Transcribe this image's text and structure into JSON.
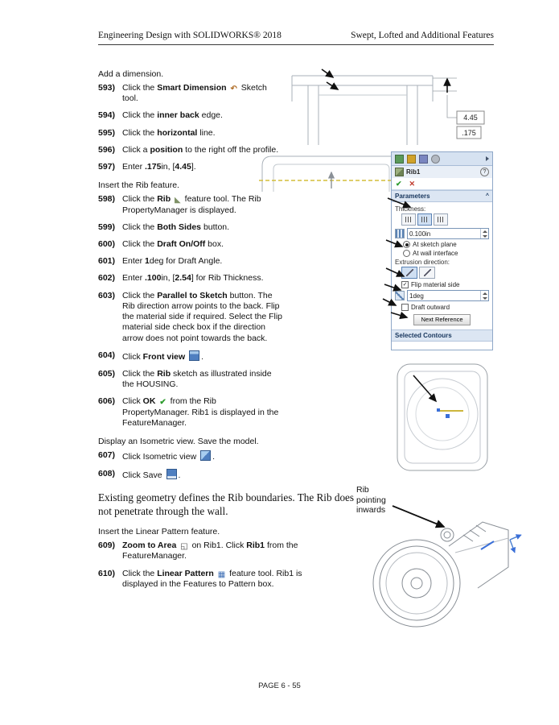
{
  "header": {
    "left": "Engineering Design with SOLIDWORKS® 2018",
    "right": "Swept, Lofted and Additional Features"
  },
  "footer": {
    "page_label": "PAGE 6 - 55"
  },
  "icons": {
    "smart-dimension": "↶",
    "rib": "◣",
    "ok": "✔",
    "zoom-to-area": "◱",
    "linear-pattern": "▦",
    "front-view": "",
    "isometric-view": "",
    "save": ""
  },
  "content_blocks": [
    {
      "type": "para",
      "text": "Add a dimension."
    },
    {
      "type": "step",
      "num": "593)",
      "segments": [
        {
          "t": "Click the "
        },
        {
          "t": "Smart Dimension",
          "b": true
        },
        {
          "t": " "
        },
        {
          "icon": "smart-dimension"
        },
        {
          "t": " Sketch tool."
        }
      ]
    },
    {
      "type": "step",
      "num": "594)",
      "segments": [
        {
          "t": "Click the "
        },
        {
          "t": "inner back",
          "b": true
        },
        {
          "t": " edge."
        }
      ]
    },
    {
      "type": "step",
      "num": "595)",
      "segments": [
        {
          "t": "Click the "
        },
        {
          "t": "horizontal",
          "b": true
        },
        {
          "t": " line."
        }
      ]
    },
    {
      "type": "step",
      "num": "596)",
      "segments": [
        {
          "t": "Click a "
        },
        {
          "t": "position",
          "b": true
        },
        {
          "t": " to the right off the profile."
        }
      ]
    },
    {
      "type": "step",
      "num": "597)",
      "segments": [
        {
          "t": "Enter "
        },
        {
          "t": ".175",
          "b": true
        },
        {
          "t": "in, ["
        },
        {
          "t": "4.45",
          "b": true
        },
        {
          "t": "]."
        }
      ]
    },
    {
      "type": "para",
      "text": "Insert the Rib feature."
    },
    {
      "type": "step",
      "num": "598)",
      "segments": [
        {
          "t": "Click the "
        },
        {
          "t": "Rib",
          "b": true
        },
        {
          "t": " "
        },
        {
          "icon": "rib"
        },
        {
          "t": " feature tool. The Rib PropertyManager is displayed."
        }
      ]
    },
    {
      "type": "step",
      "num": "599)",
      "segments": [
        {
          "t": "Click the "
        },
        {
          "t": "Both Sides",
          "b": true
        },
        {
          "t": " button."
        }
      ]
    },
    {
      "type": "step",
      "num": "600)",
      "segments": [
        {
          "t": "Click the "
        },
        {
          "t": "Draft On/Off",
          "b": true
        },
        {
          "t": " box."
        }
      ]
    },
    {
      "type": "step",
      "num": "601)",
      "segments": [
        {
          "t": "Enter "
        },
        {
          "t": "1",
          "b": true
        },
        {
          "t": "deg for Draft Angle."
        }
      ]
    },
    {
      "type": "step",
      "num": "602)",
      "segments": [
        {
          "t": "Enter "
        },
        {
          "t": ".100",
          "b": true
        },
        {
          "t": "in, ["
        },
        {
          "t": "2.54",
          "b": true
        },
        {
          "t": "] for Rib Thickness."
        }
      ]
    },
    {
      "type": "step",
      "num": "603)",
      "segments": [
        {
          "t": "Click the "
        },
        {
          "t": "Parallel to Sketch",
          "b": true
        },
        {
          "t": " button. The Rib direction arrow points to the back. Flip the material side if required. Select the Flip material side check box if the direction arrow does not point towards the back."
        }
      ]
    },
    {
      "type": "step",
      "num": "604)",
      "segments": [
        {
          "t": "Click "
        },
        {
          "t": "Front view",
          "b": true
        },
        {
          "t": " "
        },
        {
          "icon": "front-view"
        },
        {
          "t": "."
        }
      ]
    },
    {
      "type": "step",
      "num": "605)",
      "segments": [
        {
          "t": "Click the "
        },
        {
          "t": "Rib",
          "b": true
        },
        {
          "t": " sketch as illustrated inside the HOUSING."
        }
      ]
    },
    {
      "type": "step",
      "num": "606)",
      "segments": [
        {
          "t": "Click "
        },
        {
          "t": "OK",
          "b": true
        },
        {
          "t": " "
        },
        {
          "icon": "ok"
        },
        {
          "t": " from the Rib PropertyManager. Rib1 is displayed in the FeatureManager."
        }
      ]
    },
    {
      "type": "para",
      "text": "Display an Isometric view. Save the model."
    },
    {
      "type": "step",
      "num": "607)",
      "segments": [
        {
          "t": "Click Isometric view "
        },
        {
          "icon": "isometric-view"
        },
        {
          "t": "."
        }
      ]
    },
    {
      "type": "step",
      "num": "608)",
      "segments": [
        {
          "t": "Click Save "
        },
        {
          "icon": "save"
        },
        {
          "t": "."
        }
      ]
    },
    {
      "type": "serif",
      "text": "Existing geometry defines the Rib boundaries. The Rib does not penetrate through the wall."
    },
    {
      "type": "para",
      "text": "Insert the Linear Pattern feature."
    },
    {
      "type": "step",
      "num": "609)",
      "wide": true,
      "segments": [
        {
          "t": "Zoom to Area",
          "b": true
        },
        {
          "t": " "
        },
        {
          "icon": "zoom-to-area"
        },
        {
          "t": " on Rib1. Click "
        },
        {
          "t": "Rib1",
          "b": true
        },
        {
          "t": " from the FeatureManager."
        }
      ]
    },
    {
      "type": "step",
      "num": "610)",
      "wide": true,
      "segments": [
        {
          "t": "Click the "
        },
        {
          "t": "Linear Pattern",
          "b": true
        },
        {
          "t": " "
        },
        {
          "icon": "linear-pattern"
        },
        {
          "t": " feature tool. Rib1 is displayed in the Features to Pattern box."
        }
      ]
    }
  ],
  "figures": {
    "dimension_upper": "4.45",
    "dimension_lower": ".175",
    "rib_label": "Rib pointing inwards"
  },
  "property_manager": {
    "title": "Rib1",
    "help_glyph": "?",
    "ok_glyph": "✔",
    "cancel_glyph": "✕",
    "parameters_label": "Parameters",
    "chevron_glyph": "^",
    "thickness_label": "Thickness:",
    "thickness_value": "0.100in",
    "radio_sketch_plane": "At sketch plane",
    "radio_wall_interface": "At wall interface",
    "extrusion_label": "Extrusion direction:",
    "flip_label": "Flip material side",
    "check_glyph": "✓",
    "draft_value": "1deg",
    "draft_outward_label": "Draft outward",
    "next_reference_label": "Next Reference",
    "selected_contours_label": "Selected Contours"
  }
}
